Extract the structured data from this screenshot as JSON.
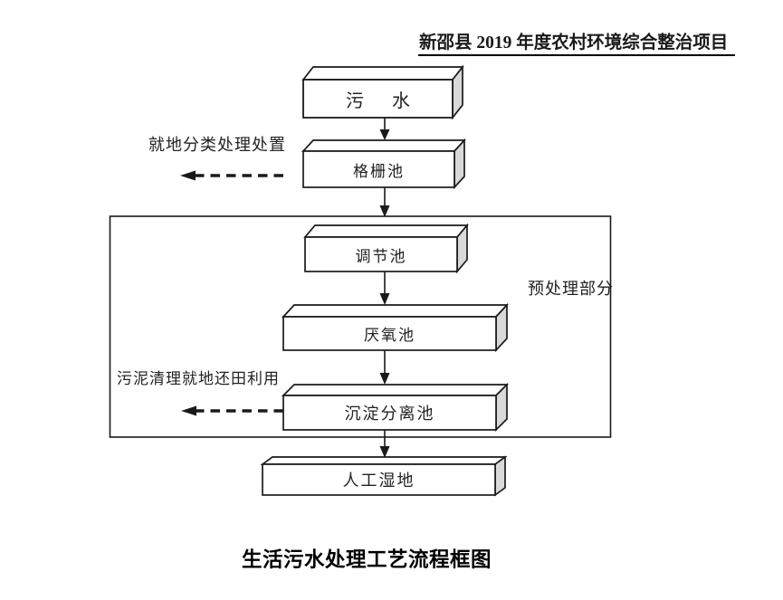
{
  "header": {
    "title": "新邵县 2019 年度农村环境综合整治项目"
  },
  "flowchart": {
    "boxes": [
      {
        "name": "sewage",
        "label": "污 水"
      },
      {
        "name": "screen-pool",
        "label": "格栅池"
      },
      {
        "name": "regulating-pool",
        "label": "调节池"
      },
      {
        "name": "anaerobic-pool",
        "label": "厌氧池"
      },
      {
        "name": "sedimentation-pool",
        "label": "沉淀分离池"
      },
      {
        "name": "constructed-wetland",
        "label": "人工湿地"
      }
    ],
    "side_labels": [
      {
        "name": "onsite-disposal",
        "label": "就地分类处理处置"
      },
      {
        "name": "pretreat-section",
        "label": "预处理部分"
      },
      {
        "name": "sludge-reuse",
        "label": "污泥清理就地还田利用"
      }
    ],
    "colors": {
      "line": "#1a1a1a",
      "box_face": "#ffffff",
      "box_side_face": "#d9d9d9"
    }
  },
  "caption": {
    "title": "生活污水处理工艺流程框图"
  }
}
